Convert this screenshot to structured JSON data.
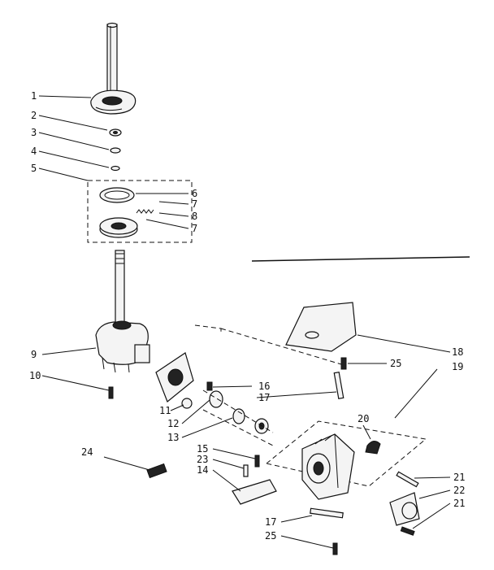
{
  "callouts": [
    {
      "id": "c1",
      "text": "1"
    },
    {
      "id": "c2",
      "text": "2"
    },
    {
      "id": "c3",
      "text": "3"
    },
    {
      "id": "c4",
      "text": "4"
    },
    {
      "id": "c5",
      "text": "5"
    },
    {
      "id": "c6",
      "text": "6"
    },
    {
      "id": "c7a",
      "text": "7"
    },
    {
      "id": "c8",
      "text": "8"
    },
    {
      "id": "c7b",
      "text": "7"
    },
    {
      "id": "c9",
      "text": "9"
    },
    {
      "id": "c10",
      "text": "10"
    },
    {
      "id": "c11",
      "text": "11"
    },
    {
      "id": "c12",
      "text": "12"
    },
    {
      "id": "c13",
      "text": "13"
    },
    {
      "id": "c16",
      "text": "16"
    },
    {
      "id": "c17a",
      "text": "17"
    },
    {
      "id": "c18",
      "text": "18"
    },
    {
      "id": "c19",
      "text": "19"
    },
    {
      "id": "c25a",
      "text": "25"
    },
    {
      "id": "c20",
      "text": "20"
    },
    {
      "id": "c24",
      "text": "24"
    },
    {
      "id": "c15",
      "text": "15"
    },
    {
      "id": "c23",
      "text": "23"
    },
    {
      "id": "c14",
      "text": "14"
    },
    {
      "id": "c21a",
      "text": "21"
    },
    {
      "id": "c22",
      "text": "22"
    },
    {
      "id": "c21b",
      "text": "21"
    },
    {
      "id": "c17b",
      "text": "17"
    },
    {
      "id": "c25b",
      "text": "25"
    }
  ]
}
